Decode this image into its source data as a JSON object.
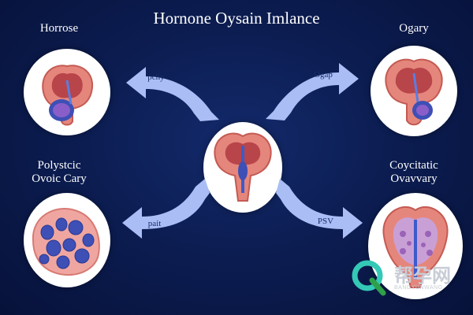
{
  "title": "Hornone Oysain Imlance",
  "labels": {
    "top_left": "Horrose",
    "top_right": "Ogary",
    "mid_left_line1": "Polystcic",
    "mid_left_line2": "Ovoic Cary",
    "mid_right_line1": "Coycitatic",
    "mid_right_line2": "Ovavvary"
  },
  "arrows": {
    "top_left": "pchy",
    "top_right": "Ogap",
    "bottom_left": "pait",
    "bottom_right": "PSV"
  },
  "watermark": {
    "main": "帮孕网",
    "sub": "BANGYUNWANG"
  },
  "colors": {
    "background": "#0c1d52",
    "arrow": "#aabdf5",
    "tissue": "#e37b72",
    "vessel": "#3d5bc9"
  },
  "icons": [
    "ovary-illustration",
    "uterus-illustration",
    "cyst-cluster-illustration"
  ]
}
